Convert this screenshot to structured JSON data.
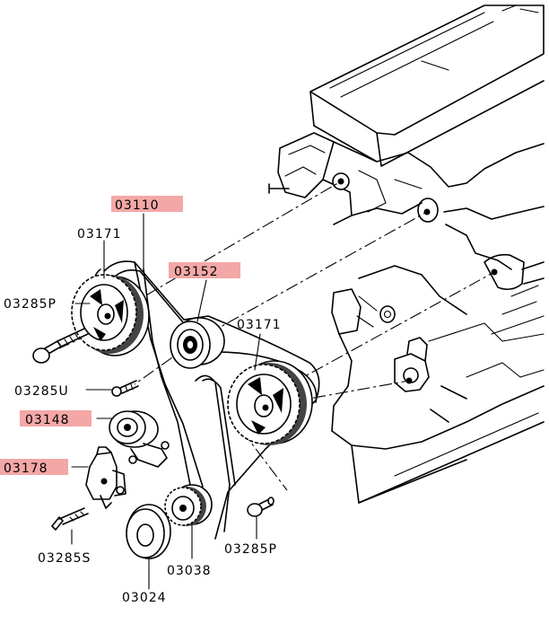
{
  "labels": {
    "l03110": "03110",
    "l03171a": "03171",
    "l03285p_left": "03285P",
    "l03152": "03152",
    "l03171b": "03171",
    "l03285u": "03285U",
    "l03148": "03148",
    "l03178": "03178",
    "l03285s": "03285S",
    "l03038": "03038",
    "l03285p_right": "03285P",
    "l03024": "03024"
  },
  "highlighted_parts": [
    "03110",
    "03152",
    "03148",
    "03178"
  ],
  "colors": {
    "highlight": "#f4a7a7",
    "line": "#000000",
    "background": "#ffffff"
  }
}
